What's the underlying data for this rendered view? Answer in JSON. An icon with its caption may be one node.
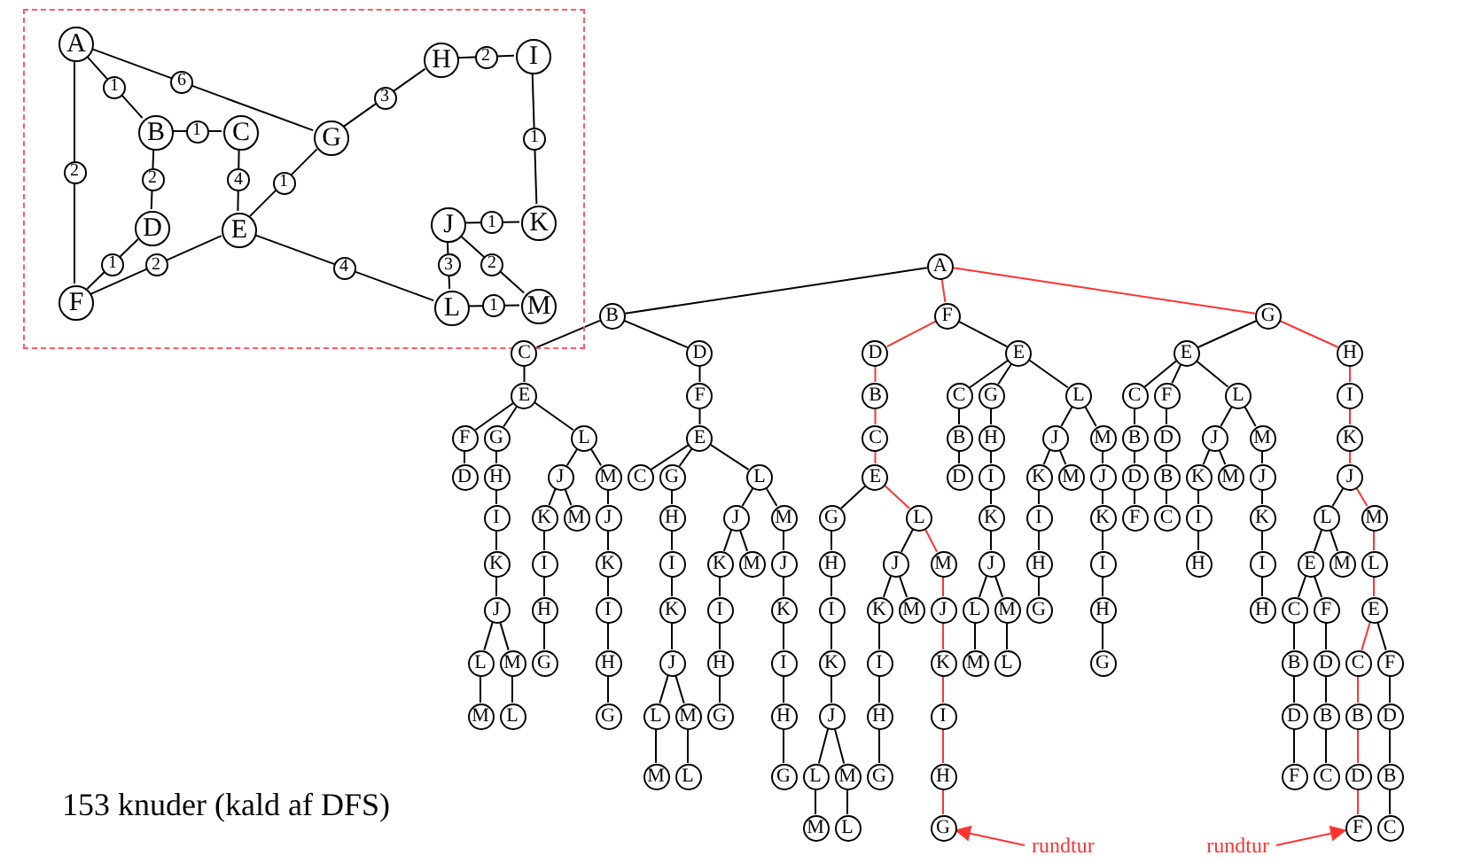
{
  "diagram": {
    "nodes": [
      {
        "text": [],
        "shape": "box"
      },
      {
        "text": [
          "A"
        ],
        "in": 0
      },
      {
        "text": [
          "B"
        ],
        "in": 0
      },
      {
        "text": [
          "C"
        ],
        "in": 0
      },
      {
        "text": [
          "D"
        ],
        "in": 0
      },
      {
        "text": [
          "E"
        ],
        "in": 0
      },
      {
        "text": [
          "F"
        ],
        "in": 0
      },
      {
        "text": [
          "G"
        ],
        "in": 0
      },
      {
        "text": [
          "H"
        ],
        "in": 0
      },
      {
        "text": [
          "I"
        ],
        "in": 0
      },
      {
        "text": [
          "J"
        ],
        "in": 0
      },
      {
        "text": [
          "K"
        ],
        "in": 0
      },
      {
        "text": [
          "L"
        ],
        "in": 0
      },
      {
        "text": [
          "M"
        ],
        "in": 0
      },
      {
        "text": [
          "A"
        ]
      },
      {
        "text": [
          "B"
        ]
      },
      {
        "text": [
          "C"
        ]
      },
      {
        "text": [
          "E"
        ]
      },
      {
        "text": [
          "F"
        ]
      },
      {
        "text": [
          "D"
        ]
      },
      {
        "text": [
          "G"
        ]
      },
      {
        "text": [
          "H"
        ]
      },
      {
        "text": [
          "I"
        ]
      },
      {
        "text": [
          "K"
        ]
      },
      {
        "text": [
          "J"
        ]
      },
      {
        "text": [
          "L"
        ]
      },
      {
        "text": [
          "M"
        ]
      },
      {
        "text": [
          "M"
        ]
      },
      {
        "text": [
          "L"
        ]
      },
      {
        "text": [
          "L"
        ]
      },
      {
        "text": [
          "J"
        ]
      },
      {
        "text": [
          "K"
        ]
      },
      {
        "text": [
          "I"
        ]
      },
      {
        "text": [
          "H"
        ]
      },
      {
        "text": [
          "G"
        ]
      },
      {
        "text": [
          "M"
        ]
      },
      {
        "text": [
          "M"
        ]
      },
      {
        "text": [
          "J"
        ]
      },
      {
        "text": [
          "K"
        ]
      },
      {
        "text": [
          "I"
        ]
      },
      {
        "text": [
          "H"
        ]
      },
      {
        "text": [
          "G"
        ]
      },
      {
        "text": [
          "D"
        ]
      },
      {
        "text": [
          "F"
        ]
      },
      {
        "text": [
          "E"
        ]
      },
      {
        "text": [
          "C"
        ]
      },
      {
        "text": [
          "G"
        ]
      },
      {
        "text": [
          "H"
        ]
      },
      {
        "text": [
          "I"
        ]
      },
      {
        "text": [
          "K"
        ]
      },
      {
        "text": [
          "J"
        ]
      },
      {
        "text": [
          "L"
        ]
      },
      {
        "text": [
          "M"
        ]
      },
      {
        "text": [
          "M"
        ]
      },
      {
        "text": [
          "L"
        ]
      },
      {
        "text": [
          "L"
        ]
      },
      {
        "text": [
          "J"
        ]
      },
      {
        "text": [
          "K"
        ]
      },
      {
        "text": [
          "I"
        ]
      },
      {
        "text": [
          "H"
        ]
      },
      {
        "text": [
          "G"
        ]
      },
      {
        "text": [
          "M"
        ]
      },
      {
        "text": [
          "M"
        ]
      },
      {
        "text": [
          "J"
        ]
      },
      {
        "text": [
          "K"
        ]
      },
      {
        "text": [
          "I"
        ]
      },
      {
        "text": [
          "H"
        ]
      },
      {
        "text": [
          "G"
        ]
      },
      {
        "text": [
          "F"
        ]
      },
      {
        "text": [
          "D"
        ]
      },
      {
        "text": [
          "B"
        ]
      },
      {
        "text": [
          "C"
        ]
      },
      {
        "text": [
          "E"
        ]
      },
      {
        "text": [
          "G"
        ]
      },
      {
        "text": [
          "H"
        ]
      },
      {
        "text": [
          "I"
        ]
      },
      {
        "text": [
          "K"
        ]
      },
      {
        "text": [
          "J"
        ]
      },
      {
        "text": [
          "L"
        ]
      },
      {
        "text": [
          "M"
        ]
      },
      {
        "text": [
          "M"
        ]
      },
      {
        "text": [
          "L"
        ]
      },
      {
        "text": [
          "L"
        ]
      },
      {
        "text": [
          "J"
        ]
      },
      {
        "text": [
          "K"
        ]
      },
      {
        "text": [
          "I"
        ]
      },
      {
        "text": [
          "H"
        ]
      },
      {
        "text": [
          "G"
        ]
      },
      {
        "text": [
          "M"
        ]
      },
      {
        "text": [
          "M"
        ]
      },
      {
        "text": [
          "J"
        ]
      },
      {
        "text": [
          "K"
        ]
      },
      {
        "text": [
          "I"
        ]
      },
      {
        "text": [
          "H"
        ]
      },
      {
        "text": [
          "G"
        ]
      },
      {
        "text": [
          "E"
        ]
      },
      {
        "text": [
          "C"
        ]
      },
      {
        "text": [
          "B"
        ]
      },
      {
        "text": [
          "D"
        ]
      },
      {
        "text": [
          "G"
        ]
      },
      {
        "text": [
          "H"
        ]
      },
      {
        "text": [
          "I"
        ]
      },
      {
        "text": [
          "K"
        ]
      },
      {
        "text": [
          "J"
        ]
      },
      {
        "text": [
          "L"
        ]
      },
      {
        "text": [
          "M"
        ]
      },
      {
        "text": [
          "M"
        ]
      },
      {
        "text": [
          "L"
        ]
      },
      {
        "text": [
          "L"
        ]
      },
      {
        "text": [
          "J"
        ]
      },
      {
        "text": [
          "K"
        ]
      },
      {
        "text": [
          "I"
        ]
      },
      {
        "text": [
          "H"
        ]
      },
      {
        "text": [
          "G"
        ]
      },
      {
        "text": [
          "M"
        ]
      },
      {
        "text": [
          "M"
        ]
      },
      {
        "text": [
          "J"
        ]
      },
      {
        "text": [
          "K"
        ]
      },
      {
        "text": [
          "I"
        ]
      },
      {
        "text": [
          "H"
        ]
      },
      {
        "text": [
          "G"
        ]
      },
      {
        "text": [
          "G"
        ]
      },
      {
        "text": [
          "E"
        ]
      },
      {
        "text": [
          "C"
        ]
      },
      {
        "text": [
          "B"
        ]
      },
      {
        "text": [
          "D"
        ]
      },
      {
        "text": [
          "F"
        ]
      },
      {
        "text": [
          "F"
        ]
      },
      {
        "text": [
          "D"
        ]
      },
      {
        "text": [
          "B"
        ]
      },
      {
        "text": [
          "C"
        ]
      },
      {
        "text": [
          "L"
        ]
      },
      {
        "text": [
          "J"
        ]
      },
      {
        "text": [
          "K"
        ]
      },
      {
        "text": [
          "I"
        ]
      },
      {
        "text": [
          "H"
        ]
      },
      {
        "text": [
          "M"
        ]
      },
      {
        "text": [
          "M"
        ]
      },
      {
        "text": [
          "J"
        ]
      },
      {
        "text": [
          "K"
        ]
      },
      {
        "text": [
          "I"
        ]
      },
      {
        "text": [
          "H"
        ]
      },
      {
        "text": [
          "H"
        ]
      },
      {
        "text": [
          "I"
        ]
      },
      {
        "text": [
          "K"
        ]
      },
      {
        "text": [
          "J"
        ]
      },
      {
        "text": [
          "L"
        ]
      },
      {
        "text": [
          "E"
        ]
      },
      {
        "text": [
          "C"
        ]
      },
      {
        "text": [
          "B"
        ]
      },
      {
        "text": [
          "D"
        ]
      },
      {
        "text": [
          "F"
        ]
      },
      {
        "text": [
          "F"
        ]
      },
      {
        "text": [
          "D"
        ]
      },
      {
        "text": [
          "B"
        ]
      },
      {
        "text": [
          "C"
        ]
      },
      {
        "text": [
          "M"
        ]
      },
      {
        "text": [
          "M"
        ]
      },
      {
        "text": [
          "L"
        ]
      },
      {
        "text": [
          "E"
        ]
      },
      {
        "text": [
          "C"
        ]
      },
      {
        "text": [
          "B"
        ]
      },
      {
        "text": [
          "D"
        ]
      },
      {
        "text": [
          "F"
        ]
      },
      {
        "text": [
          "F"
        ]
      },
      {
        "text": [
          "D"
        ]
      },
      {
        "text": [
          "B"
        ]
      },
      {
        "text": [
          "C"
        ]
      },
      {
        "text": [
          "rundtur"
        ]
      },
      {
        "text": [
          "rundtur"
        ]
      }
    ],
    "edges": [
      {
        "from": 1,
        "to": 2,
        "arrow": "none",
        "label": "1"
      },
      {
        "from": 1,
        "to": 7,
        "arrow": "none",
        "label": "6"
      },
      {
        "from": 1,
        "to": 6,
        "arrow": "none",
        "label": "2"
      },
      {
        "from": 2,
        "to": 3,
        "arrow": "none",
        "label": "1"
      },
      {
        "from": 2,
        "to": 4,
        "arrow": "none",
        "label": "2"
      },
      {
        "from": 3,
        "to": 5,
        "arrow": "none",
        "label": "4"
      },
      {
        "from": 4,
        "to": 6,
        "arrow": "none",
        "label": "1"
      },
      {
        "from": 6,
        "to": 5,
        "arrow": "none",
        "label": "2"
      },
      {
        "from": 5,
        "to": 7,
        "arrow": "none",
        "label": "1"
      },
      {
        "from": 7,
        "to": 8,
        "arrow": "none",
        "label": "3"
      },
      {
        "from": 8,
        "to": 9,
        "arrow": "none",
        "label": "2"
      },
      {
        "from": 9,
        "to": 11,
        "arrow": "none",
        "label": "1"
      },
      {
        "from": 11,
        "to": 10,
        "arrow": "none",
        "label": "1"
      },
      {
        "from": 10,
        "to": 12,
        "arrow": "none",
        "label": "3"
      },
      {
        "from": 10,
        "to": 13,
        "arrow": "none",
        "label": "2"
      },
      {
        "from": 12,
        "to": 13,
        "arrow": "none",
        "label": "1"
      },
      {
        "from": 5,
        "to": 12,
        "arrow": "none",
        "label": "4"
      },
      {
        "from": 14,
        "to": 15,
        "arrow": "none"
      },
      {
        "from": 15,
        "to": 16,
        "arrow": "none"
      },
      {
        "from": 16,
        "to": 17,
        "arrow": "none"
      },
      {
        "from": 17,
        "to": 18,
        "arrow": "none"
      },
      {
        "from": 18,
        "to": 19,
        "arrow": "none"
      },
      {
        "from": 17,
        "to": 20,
        "arrow": "none"
      },
      {
        "from": 20,
        "to": 21,
        "arrow": "none"
      },
      {
        "from": 21,
        "to": 22,
        "arrow": "none"
      },
      {
        "from": 22,
        "to": 23,
        "arrow": "none"
      },
      {
        "from": 23,
        "to": 24,
        "arrow": "none"
      },
      {
        "from": 24,
        "to": 25,
        "arrow": "none"
      },
      {
        "from": 25,
        "to": 26,
        "arrow": "none"
      },
      {
        "from": 24,
        "to": 27,
        "arrow": "none"
      },
      {
        "from": 27,
        "to": 28,
        "arrow": "none"
      },
      {
        "from": 17,
        "to": 29,
        "arrow": "none"
      },
      {
        "from": 29,
        "to": 30,
        "arrow": "none"
      },
      {
        "from": 30,
        "to": 31,
        "arrow": "none"
      },
      {
        "from": 31,
        "to": 32,
        "arrow": "none"
      },
      {
        "from": 32,
        "to": 33,
        "arrow": "none"
      },
      {
        "from": 33,
        "to": 34,
        "arrow": "none"
      },
      {
        "from": 30,
        "to": 35,
        "arrow": "none"
      },
      {
        "from": 29,
        "to": 36,
        "arrow": "none"
      },
      {
        "from": 36,
        "to": 37,
        "arrow": "none"
      },
      {
        "from": 37,
        "to": 38,
        "arrow": "none"
      },
      {
        "from": 38,
        "to": 39,
        "arrow": "none"
      },
      {
        "from": 39,
        "to": 40,
        "arrow": "none"
      },
      {
        "from": 40,
        "to": 41,
        "arrow": "none"
      },
      {
        "from": 15,
        "to": 42,
        "arrow": "none"
      },
      {
        "from": 42,
        "to": 43,
        "arrow": "none"
      },
      {
        "from": 43,
        "to": 44,
        "arrow": "none"
      },
      {
        "from": 44,
        "to": 45,
        "arrow": "none"
      },
      {
        "from": 44,
        "to": 46,
        "arrow": "none"
      },
      {
        "from": 46,
        "to": 47,
        "arrow": "none"
      },
      {
        "from": 47,
        "to": 48,
        "arrow": "none"
      },
      {
        "from": 48,
        "to": 49,
        "arrow": "none"
      },
      {
        "from": 49,
        "to": 50,
        "arrow": "none"
      },
      {
        "from": 50,
        "to": 51,
        "arrow": "none"
      },
      {
        "from": 51,
        "to": 52,
        "arrow": "none"
      },
      {
        "from": 50,
        "to": 53,
        "arrow": "none"
      },
      {
        "from": 53,
        "to": 54,
        "arrow": "none"
      },
      {
        "from": 44,
        "to": 55,
        "arrow": "none"
      },
      {
        "from": 55,
        "to": 56,
        "arrow": "none"
      },
      {
        "from": 56,
        "to": 57,
        "arrow": "none"
      },
      {
        "from": 57,
        "to": 58,
        "arrow": "none"
      },
      {
        "from": 58,
        "to": 59,
        "arrow": "none"
      },
      {
        "from": 59,
        "to": 60,
        "arrow": "none"
      },
      {
        "from": 56,
        "to": 61,
        "arrow": "none"
      },
      {
        "from": 55,
        "to": 62,
        "arrow": "none"
      },
      {
        "from": 62,
        "to": 63,
        "arrow": "none"
      },
      {
        "from": 63,
        "to": 64,
        "arrow": "none"
      },
      {
        "from": 64,
        "to": 65,
        "arrow": "none"
      },
      {
        "from": 65,
        "to": 66,
        "arrow": "none"
      },
      {
        "from": 66,
        "to": 67,
        "arrow": "none"
      },
      {
        "from": 14,
        "to": 68,
        "arrow": "none",
        "color": "#ff3333"
      },
      {
        "from": 68,
        "to": 69,
        "arrow": "none",
        "color": "#ff3333"
      },
      {
        "from": 69,
        "to": 70,
        "arrow": "none",
        "color": "#ff3333"
      },
      {
        "from": 70,
        "to": 71,
        "arrow": "none",
        "color": "#ff3333"
      },
      {
        "from": 71,
        "to": 72,
        "arrow": "none",
        "color": "#ff3333"
      },
      {
        "from": 72,
        "to": 73,
        "arrow": "none"
      },
      {
        "from": 73,
        "to": 74,
        "arrow": "none"
      },
      {
        "from": 74,
        "to": 75,
        "arrow": "none"
      },
      {
        "from": 75,
        "to": 76,
        "arrow": "none"
      },
      {
        "from": 76,
        "to": 77,
        "arrow": "none"
      },
      {
        "from": 77,
        "to": 78,
        "arrow": "none"
      },
      {
        "from": 78,
        "to": 79,
        "arrow": "none"
      },
      {
        "from": 77,
        "to": 80,
        "arrow": "none"
      },
      {
        "from": 80,
        "to": 81,
        "arrow": "none"
      },
      {
        "from": 72,
        "to": 82,
        "arrow": "none",
        "color": "#ff3333"
      },
      {
        "from": 82,
        "to": 83,
        "arrow": "none"
      },
      {
        "from": 83,
        "to": 84,
        "arrow": "none"
      },
      {
        "from": 84,
        "to": 85,
        "arrow": "none"
      },
      {
        "from": 85,
        "to": 86,
        "arrow": "none"
      },
      {
        "from": 86,
        "to": 87,
        "arrow": "none"
      },
      {
        "from": 83,
        "to": 88,
        "arrow": "none"
      },
      {
        "from": 82,
        "to": 89,
        "arrow": "none",
        "color": "#ff3333"
      },
      {
        "from": 89,
        "to": 90,
        "arrow": "none",
        "color": "#ff3333"
      },
      {
        "from": 90,
        "to": 91,
        "arrow": "none",
        "color": "#ff3333"
      },
      {
        "from": 91,
        "to": 92,
        "arrow": "none",
        "color": "#ff3333"
      },
      {
        "from": 92,
        "to": 93,
        "arrow": "none",
        "color": "#ff3333"
      },
      {
        "from": 93,
        "to": 94,
        "arrow": "none",
        "color": "#ff3333"
      },
      {
        "from": 68,
        "to": 95,
        "arrow": "none"
      },
      {
        "from": 95,
        "to": 96,
        "arrow": "none"
      },
      {
        "from": 96,
        "to": 97,
        "arrow": "none"
      },
      {
        "from": 97,
        "to": 98,
        "arrow": "none"
      },
      {
        "from": 95,
        "to": 99,
        "arrow": "none"
      },
      {
        "from": 99,
        "to": 100,
        "arrow": "none"
      },
      {
        "from": 100,
        "to": 101,
        "arrow": "none"
      },
      {
        "from": 101,
        "to": 102,
        "arrow": "none"
      },
      {
        "from": 102,
        "to": 103,
        "arrow": "none"
      },
      {
        "from": 103,
        "to": 104,
        "arrow": "none"
      },
      {
        "from": 104,
        "to": 105,
        "arrow": "none"
      },
      {
        "from": 103,
        "to": 106,
        "arrow": "none"
      },
      {
        "from": 106,
        "to": 107,
        "arrow": "none"
      },
      {
        "from": 95,
        "to": 108,
        "arrow": "none"
      },
      {
        "from": 108,
        "to": 109,
        "arrow": "none"
      },
      {
        "from": 109,
        "to": 110,
        "arrow": "none"
      },
      {
        "from": 110,
        "to": 111,
        "arrow": "none"
      },
      {
        "from": 111,
        "to": 112,
        "arrow": "none"
      },
      {
        "from": 112,
        "to": 113,
        "arrow": "none"
      },
      {
        "from": 109,
        "to": 114,
        "arrow": "none"
      },
      {
        "from": 108,
        "to": 115,
        "arrow": "none"
      },
      {
        "from": 115,
        "to": 116,
        "arrow": "none"
      },
      {
        "from": 116,
        "to": 117,
        "arrow": "none"
      },
      {
        "from": 117,
        "to": 118,
        "arrow": "none"
      },
      {
        "from": 118,
        "to": 119,
        "arrow": "none"
      },
      {
        "from": 119,
        "to": 120,
        "arrow": "none"
      },
      {
        "from": 14,
        "to": 121,
        "arrow": "none",
        "color": "#ff3333"
      },
      {
        "from": 121,
        "to": 122,
        "arrow": "none"
      },
      {
        "from": 122,
        "to": 123,
        "arrow": "none"
      },
      {
        "from": 123,
        "to": 124,
        "arrow": "none"
      },
      {
        "from": 124,
        "to": 125,
        "arrow": "none"
      },
      {
        "from": 125,
        "to": 126,
        "arrow": "none"
      },
      {
        "from": 122,
        "to": 127,
        "arrow": "none"
      },
      {
        "from": 127,
        "to": 128,
        "arrow": "none"
      },
      {
        "from": 128,
        "to": 129,
        "arrow": "none"
      },
      {
        "from": 129,
        "to": 130,
        "arrow": "none"
      },
      {
        "from": 122,
        "to": 131,
        "arrow": "none"
      },
      {
        "from": 131,
        "to": 132,
        "arrow": "none"
      },
      {
        "from": 132,
        "to": 133,
        "arrow": "none"
      },
      {
        "from": 133,
        "to": 134,
        "arrow": "none"
      },
      {
        "from": 134,
        "to": 135,
        "arrow": "none"
      },
      {
        "from": 132,
        "to": 136,
        "arrow": "none"
      },
      {
        "from": 131,
        "to": 137,
        "arrow": "none"
      },
      {
        "from": 137,
        "to": 138,
        "arrow": "none"
      },
      {
        "from": 138,
        "to": 139,
        "arrow": "none"
      },
      {
        "from": 139,
        "to": 140,
        "arrow": "none"
      },
      {
        "from": 140,
        "to": 141,
        "arrow": "none"
      },
      {
        "from": 121,
        "to": 142,
        "arrow": "none",
        "color": "#ff3333"
      },
      {
        "from": 142,
        "to": 143,
        "arrow": "none",
        "color": "#ff3333"
      },
      {
        "from": 143,
        "to": 144,
        "arrow": "none",
        "color": "#ff3333"
      },
      {
        "from": 144,
        "to": 145,
        "arrow": "none",
        "color": "#ff3333"
      },
      {
        "from": 145,
        "to": 146,
        "arrow": "none"
      },
      {
        "from": 146,
        "to": 147,
        "arrow": "none"
      },
      {
        "from": 147,
        "to": 148,
        "arrow": "none"
      },
      {
        "from": 148,
        "to": 149,
        "arrow": "none"
      },
      {
        "from": 149,
        "to": 150,
        "arrow": "none"
      },
      {
        "from": 150,
        "to": 151,
        "arrow": "none"
      },
      {
        "from": 147,
        "to": 152,
        "arrow": "none"
      },
      {
        "from": 152,
        "to": 153,
        "arrow": "none"
      },
      {
        "from": 153,
        "to": 154,
        "arrow": "none"
      },
      {
        "from": 154,
        "to": 155,
        "arrow": "none"
      },
      {
        "from": 146,
        "to": 156,
        "arrow": "none"
      },
      {
        "from": 145,
        "to": 157,
        "arrow": "none",
        "color": "#ff3333"
      },
      {
        "from": 157,
        "to": 158,
        "arrow": "none",
        "color": "#ff3333"
      },
      {
        "from": 158,
        "to": 159,
        "arrow": "none",
        "color": "#ff3333"
      },
      {
        "from": 159,
        "to": 160,
        "arrow": "none",
        "color": "#ff3333"
      },
      {
        "from": 160,
        "to": 161,
        "arrow": "none",
        "color": "#ff3333"
      },
      {
        "from": 161,
        "to": 162,
        "arrow": "none",
        "color": "#ff3333"
      },
      {
        "from": 162,
        "to": 163,
        "arrow": "none",
        "color": "#ff3333"
      },
      {
        "from": 159,
        "to": 164,
        "arrow": "none"
      },
      {
        "from": 164,
        "to": 165,
        "arrow": "none"
      },
      {
        "from": 165,
        "to": 166,
        "arrow": "none"
      },
      {
        "from": 166,
        "to": 167,
        "arrow": "none"
      },
      {
        "from": 168,
        "to": 94,
        "arrow": "to",
        "color": "#ff3333"
      },
      {
        "from": 169,
        "to": 163,
        "arrow": "to",
        "color": "#ff3333"
      }
    ],
    "labels": [
      "153 knuder (kald af DFS)"
    ]
  }
}
